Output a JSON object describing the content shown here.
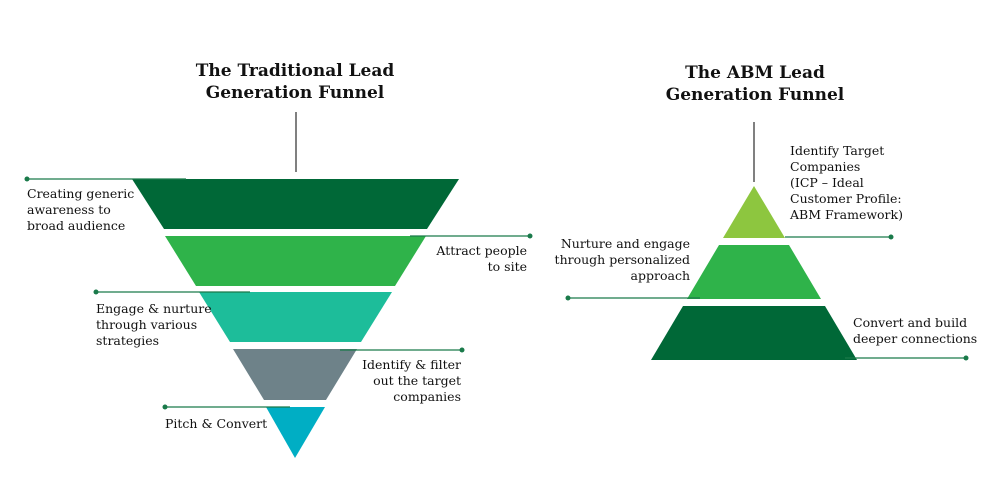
{
  "traditional": {
    "title": "The Traditional Lead\nGeneration Funnel",
    "stages": [
      {
        "label": "Creating generic\nawareness to\nbroad audience",
        "color": "#006837"
      },
      {
        "label": "Attract people\nto site",
        "color": "#2fb34a"
      },
      {
        "label": "Engage & nurture\nthrough various\nstrategies",
        "color": "#1dbd9a"
      },
      {
        "label": "Identify & filter\nout the target\ncompanies",
        "color": "#6e8289"
      },
      {
        "label": "Pitch & Convert",
        "color": "#00aec4"
      }
    ]
  },
  "abm": {
    "title": "The ABM Lead\nGeneration Funnel",
    "stages": [
      {
        "label": "Identify Target\nCompanies\n(ICP – Ideal\nCustomer Profile:\nABM Framework)",
        "color": "#8dc63f"
      },
      {
        "label": "Nurture and engage\nthrough personalized\napproach",
        "color": "#2fb34a"
      },
      {
        "label": "Convert and build\ndeeper connections",
        "color": "#006837"
      }
    ]
  },
  "colors": {
    "line": "#1a1a1a",
    "leader": "#1a7a4a"
  }
}
